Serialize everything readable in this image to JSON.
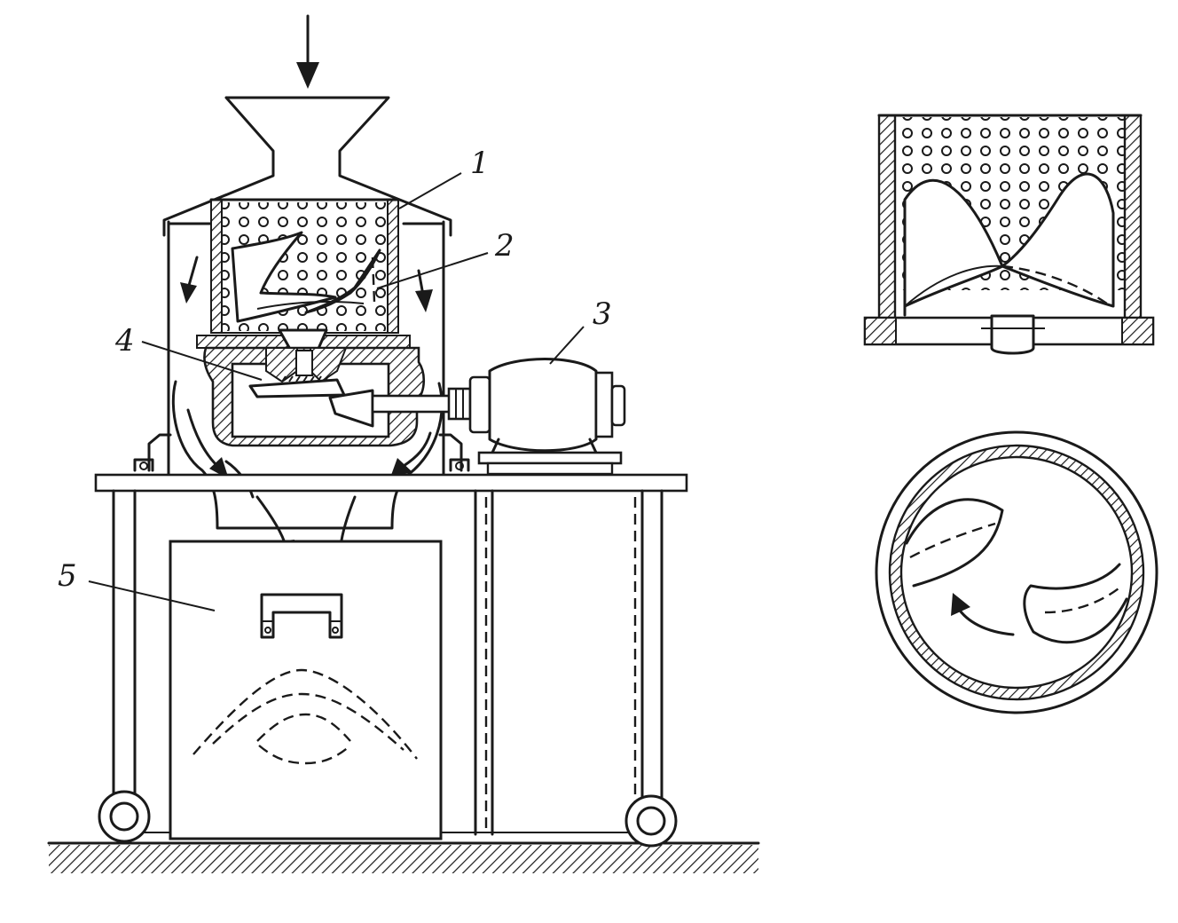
{
  "labels": {
    "screen_drum": "1",
    "rotor_blades": "2",
    "motor": "3",
    "gear_drive": "4",
    "collection_bin": "5"
  }
}
